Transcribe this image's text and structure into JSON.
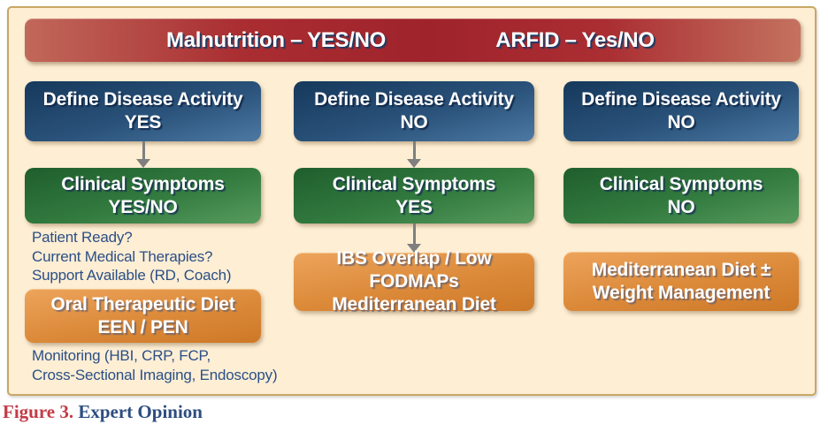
{
  "header": {
    "malnutrition": "Malnutrition – YES/NO",
    "arfid": "ARFID – Yes/NO"
  },
  "columns": [
    {
      "disease_activity": {
        "line1": "Define Disease Activity",
        "line2": "YES"
      },
      "clinical_symptoms": {
        "line1": "Clinical Symptoms",
        "line2": "YES/NO"
      },
      "notes": [
        "Patient Ready?",
        "Current Medical Therapies?",
        "Support Available (RD, Coach)"
      ],
      "outcome": {
        "line1": "Oral Therapeutic Diet",
        "line2": "EEN / PEN"
      },
      "monitoring": [
        "Monitoring (HBI, CRP, FCP,",
        "Cross-Sectional Imaging, Endoscopy)"
      ]
    },
    {
      "disease_activity": {
        "line1": "Define Disease Activity",
        "line2": "NO"
      },
      "clinical_symptoms": {
        "line1": "Clinical Symptoms",
        "line2": "YES"
      },
      "outcome": {
        "line1": "IBS Overlap / Low FODMAPs",
        "line2": "Mediterranean Diet"
      }
    },
    {
      "disease_activity": {
        "line1": "Define Disease Activity",
        "line2": "NO"
      },
      "clinical_symptoms": {
        "line1": "Clinical Symptoms",
        "line2": "NO"
      },
      "outcome": {
        "line1": "Mediterranean Diet ±",
        "line2": "Weight Management"
      }
    }
  ],
  "caption": {
    "label": "Figure 3.",
    "title": "Expert Opinion"
  },
  "colors": {
    "header_red": "#a3242c",
    "box_blue": "#2a527a",
    "box_green": "#337b3f",
    "box_orange": "#dd8c3c",
    "panel_bg": "#fdeed4",
    "panel_border": "#c9a765",
    "note_text": "#2b4f86",
    "caption_label": "#c33b47",
    "caption_title": "#2d4d80",
    "arrow_gray": "#7f7f7f"
  }
}
